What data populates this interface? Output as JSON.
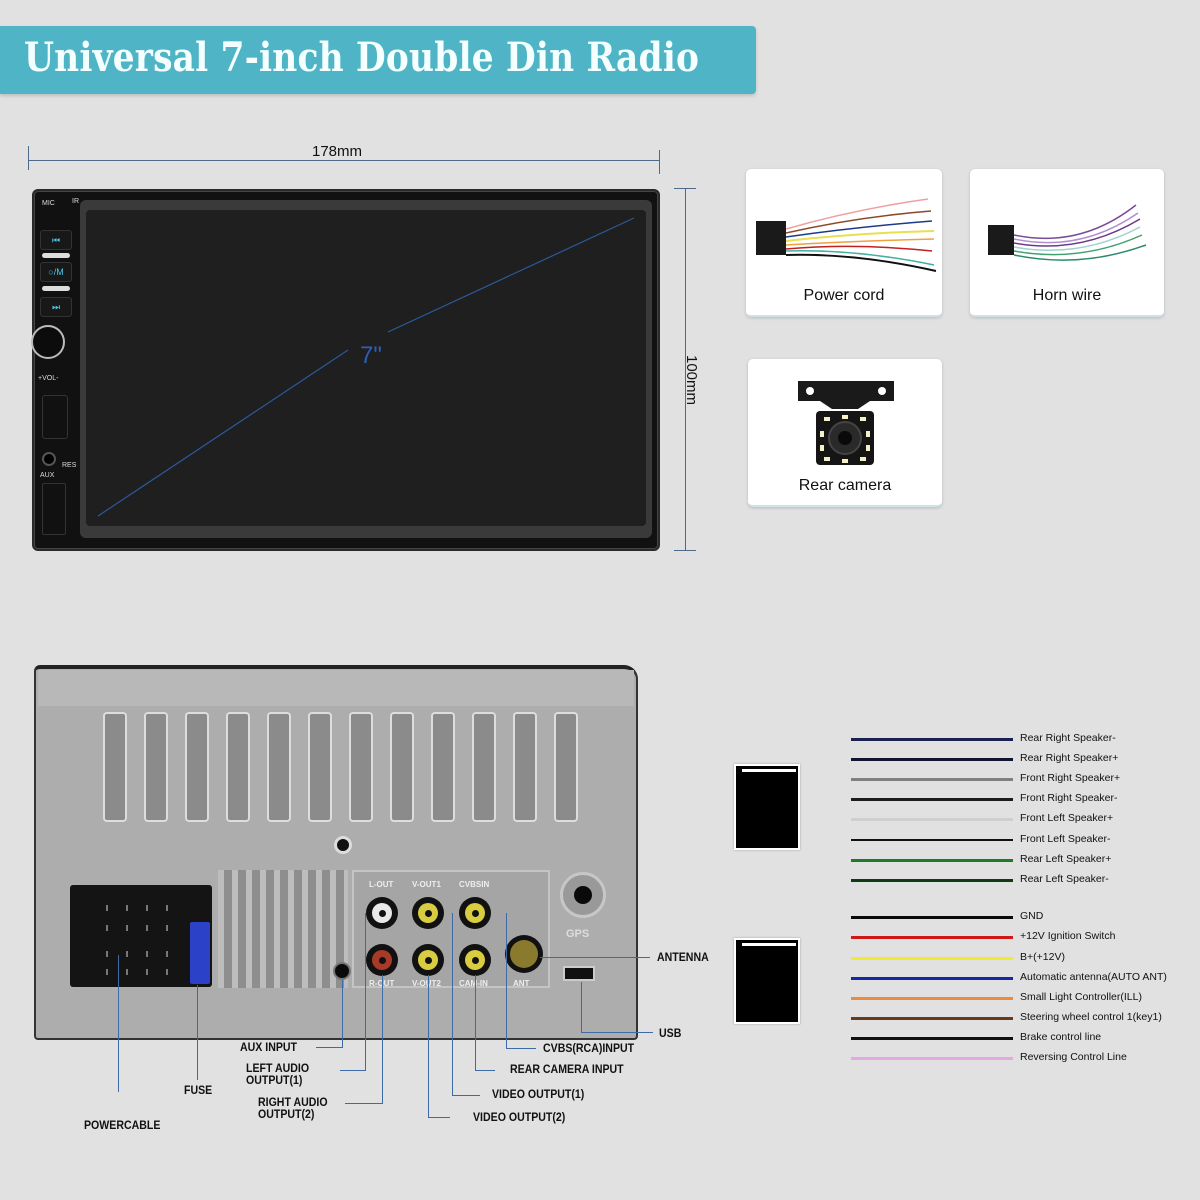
{
  "title": "Universal 7-inch Double Din Radio",
  "dimensions": {
    "width": "178mm",
    "height": "100mm",
    "screen_diagonal": "7\""
  },
  "front_panel": {
    "labels": {
      "mic": "MIC",
      "ir": "IR",
      "prev": "⏮",
      "mode": "○/M",
      "next": "⏭",
      "vol": "+VOL-",
      "res": "RES",
      "aux": "AUX"
    }
  },
  "accessories": [
    {
      "label": "Power cord"
    },
    {
      "label": "Horn wire"
    },
    {
      "label": "Rear camera"
    }
  ],
  "rear_panel": {
    "port_labels": {
      "l_out": "L-OUT",
      "v_out1": "V-OUT1",
      "cvbsin": "CVBSIN",
      "r_out": "R-OUT",
      "v_out2": "V-OUT2",
      "cam_in": "CAM-IN",
      "ant": "ANT",
      "gps": "GPS"
    },
    "callouts": {
      "antenna": "ANTENNA",
      "usb": "USB",
      "cvbs_input": "CVBS(RCA)INPUT",
      "rear_camera_input": "REAR CAMERA INPUT",
      "video_output_1": "VIDEO OUTPUT(1)",
      "video_output_2": "VIDEO OUTPUT(2)",
      "aux_input": "AUX INPUT",
      "left_audio_1": "LEFT AUDIO",
      "left_audio_2": "OUTPUT(1)",
      "right_audio_1": "RIGHT AUDIO",
      "right_audio_2": "OUTPUT(2)",
      "fuse": "FUSE",
      "powercable": "POWERCABLE"
    }
  },
  "wiring": {
    "speaker_wires": [
      {
        "label": "Rear Right Speaker-",
        "color": "#1a2050"
      },
      {
        "label": "Rear Right Speaker+",
        "color": "#0f1530"
      },
      {
        "label": "Front Right Speaker+",
        "color": "#808080"
      },
      {
        "label": "Front Right Speaker-",
        "color": "#1c1c1c"
      },
      {
        "label": "Front Left Speaker+",
        "color": "#cfcfcf"
      },
      {
        "label": "Front Left Speaker-",
        "color": "#111111"
      },
      {
        "label": "Rear Left Speaker+",
        "color": "#1f7a2a"
      },
      {
        "label": "Rear Left Speaker-",
        "color": "#0f3a16"
      }
    ],
    "power_wires": [
      {
        "label": "GND",
        "color": "#0a0a0a"
      },
      {
        "label": "+12V Ignition Switch",
        "color": "#d01818"
      },
      {
        "label": "B+(+12V)",
        "color": "#f2ea2a"
      },
      {
        "label": "Automatic antenna(AUTO ANT)",
        "color": "#1428a8"
      },
      {
        "label": "Small Light Controller(ILL)",
        "color": "#ee8a3c"
      },
      {
        "label": "Steering wheel control 1(key1)",
        "color": "#6a3a1c"
      },
      {
        "label": "Brake control line",
        "color": "#101010"
      },
      {
        "label": "Reversing Control Line",
        "color": "#e4a8e4"
      }
    ]
  }
}
